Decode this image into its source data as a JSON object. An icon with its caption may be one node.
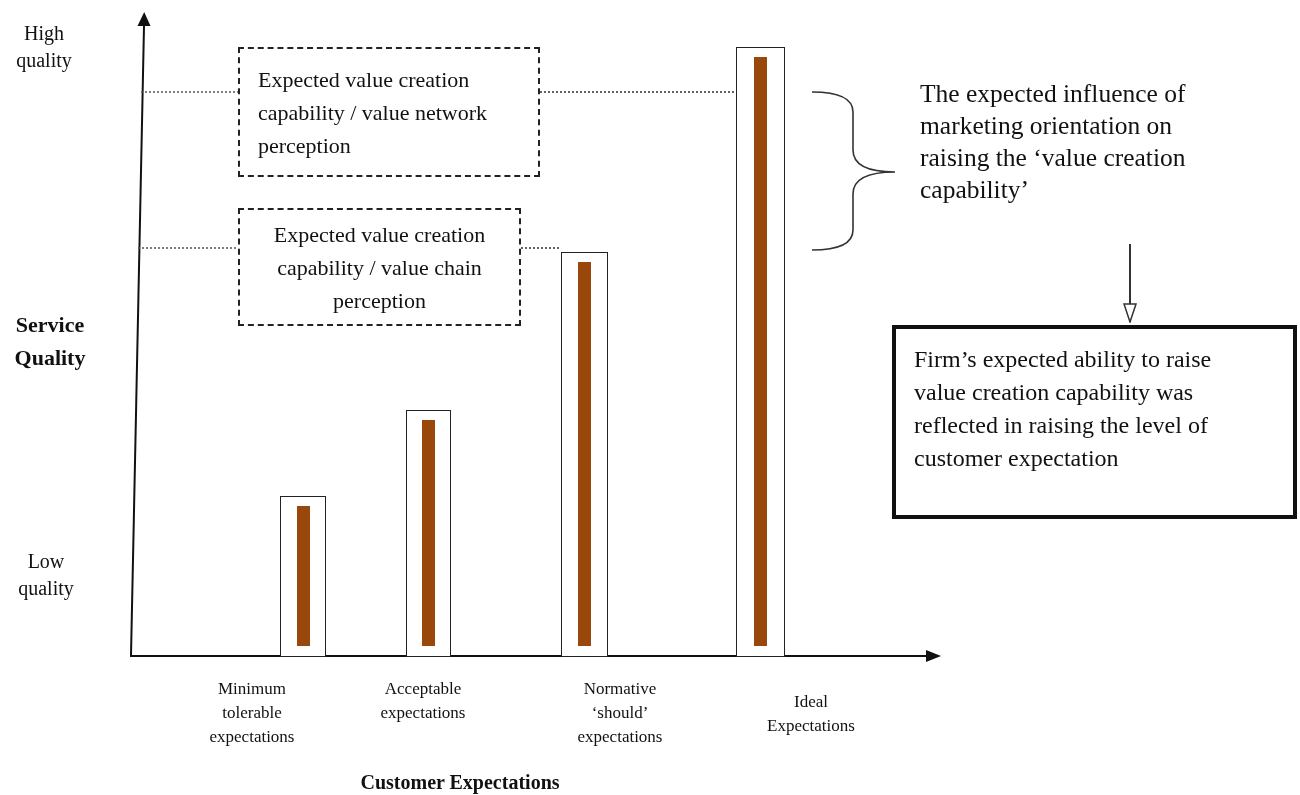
{
  "diagram": {
    "nodes": [
      {
        "text": [
          "Expected value creation capability / value network perception"
        ]
      },
      {
        "text": [
          "Expected value creation capability / value chain perception"
        ]
      },
      {
        "text": [],
        "shape": "bar",
        "beside": [
          "Minimum tolerable expectations"
        ]
      },
      {
        "text": [],
        "shape": "bar",
        "beside": [
          "Acceptable expectations"
        ]
      },
      {
        "text": [],
        "shape": "bar",
        "beside": [
          "Normative ‘should’ expectations"
        ]
      },
      {
        "text": [],
        "shape": "bar",
        "beside": [
          "Ideal Expectations"
        ]
      },
      {
        "text": [
          "The expected influence of marketing orientation on raising the ‘value creation capability’"
        ]
      },
      {
        "text": [
          "Firm’s expected ability to raise value creation capability was reflected in raising the level of customer expectation"
        ]
      }
    ],
    "edges": [
      {
        "from": 0,
        "to": 5,
        "arrow": "none",
        "style": "dashed"
      },
      {
        "from": 1,
        "to": 4,
        "arrow": "none",
        "style": "dashed"
      },
      {
        "from": 6,
        "to": 7,
        "arrow": "to"
      }
    ],
    "labels": [
      "High quality",
      "Service Quality",
      "Low quality",
      "Customer Expectations"
    ]
  }
}
